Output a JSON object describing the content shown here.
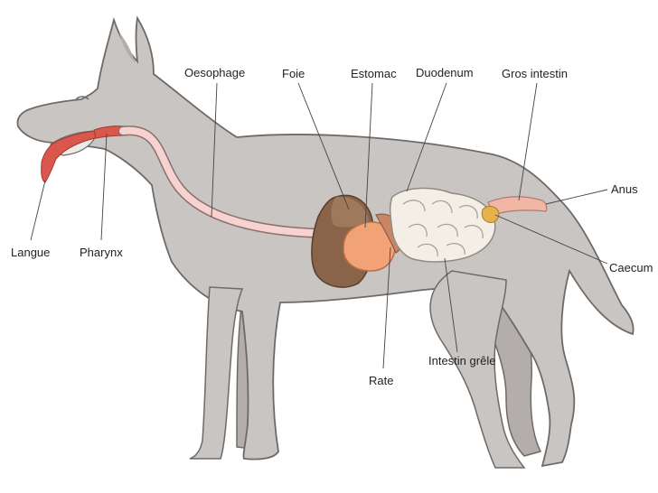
{
  "labels": {
    "langue": "Langue",
    "pharynx": "Pharynx",
    "oesophage": "Oesophage",
    "foie": "Foie",
    "estomac": "Estomac",
    "duodenum": "Duodenum",
    "gros_intestin": "Gros intestin",
    "anus": "Anus",
    "caecum": "Caecum",
    "intestin_grele": "Intestin grêle",
    "rate": "Rate"
  },
  "colors": {
    "body": "#c9c5c3",
    "body_shadow": "#b3aeac",
    "outline": "#6e6a68",
    "tongue": "#d9574c",
    "esophagus": "#f6d3d0",
    "liver": "#8a6449",
    "stomach": "#f2a277",
    "small_intestine": "#f4efe6",
    "large_intestine": "#f0b7a5",
    "caecum": "#e7b14d",
    "spleen": "#c98666"
  }
}
